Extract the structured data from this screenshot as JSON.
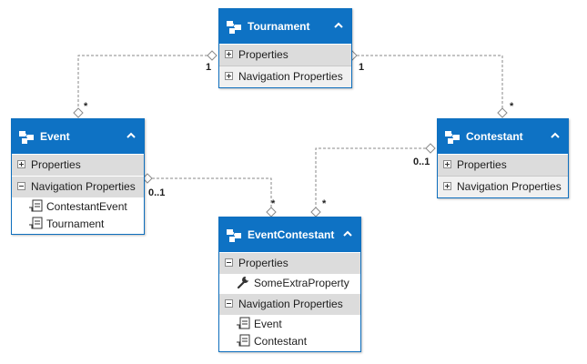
{
  "entities": {
    "tournament": {
      "title": "Tournament",
      "properties_label": "Properties",
      "navigation_label": "Navigation Properties"
    },
    "event": {
      "title": "Event",
      "properties_label": "Properties",
      "navigation_label": "Navigation Properties",
      "navigation_items": [
        "ContestantEvent",
        "Tournament"
      ]
    },
    "contestant": {
      "title": "Contestant",
      "properties_label": "Properties",
      "navigation_label": "Navigation Properties"
    },
    "event_contestant": {
      "title": "EventContestant",
      "properties_label": "Properties",
      "property_items": [
        "SomeExtraProperty"
      ],
      "navigation_label": "Navigation Properties",
      "navigation_items": [
        "Event",
        "Contestant"
      ]
    }
  },
  "multiplicities": {
    "tournament_event_one": "1",
    "tournament_event_many": "*",
    "tournament_contestant_one": "1",
    "tournament_contestant_many": "*",
    "event_ec_zero_one": "0..1",
    "event_ec_many": "*",
    "contestant_ec_zero_one": "0..1",
    "contestant_ec_many": "*"
  },
  "colors": {
    "header": "#0e72c4",
    "border": "#0e6fbe",
    "connector": "#8a8a8a"
  },
  "icons": {
    "entity": "entity-icon",
    "navigation_property": "navigation-property-icon",
    "scalar_property": "wrench-icon",
    "collapse": "chevron-up-icon"
  }
}
